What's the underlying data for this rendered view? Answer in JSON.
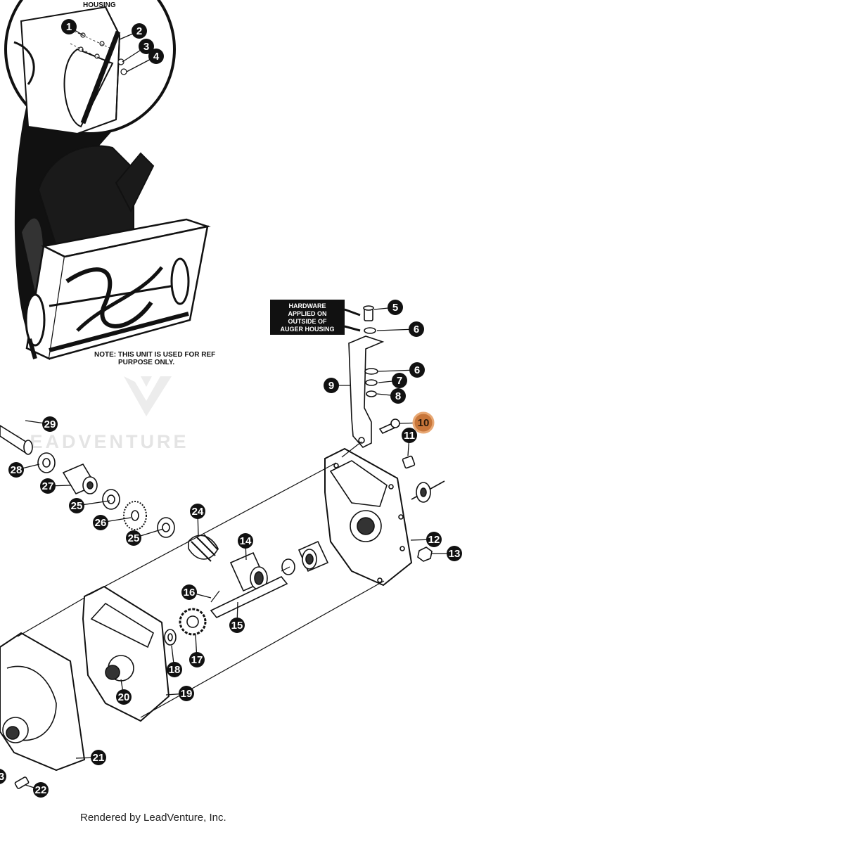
{
  "labels": {
    "inset_housing": "HOUSING",
    "hardware_note_lines": [
      "HARDWARE",
      "APPLIED ON",
      "OUTSIDE OF",
      "AUGER HOUSING"
    ],
    "reference_note_lines": [
      "NOTE: THIS UNIT IS USED FOR REF",
      "PURPOSE ONLY."
    ],
    "watermark": "LEADVENTURE",
    "footer": "Rendered by LeadVenture, Inc."
  },
  "callouts": [
    {
      "id": "1",
      "text": "1"
    },
    {
      "id": "2",
      "text": "2"
    },
    {
      "id": "3",
      "text": "3"
    },
    {
      "id": "4",
      "text": "4"
    },
    {
      "id": "5",
      "text": "5"
    },
    {
      "id": "6a",
      "text": "6"
    },
    {
      "id": "6b",
      "text": "6"
    },
    {
      "id": "7",
      "text": "7"
    },
    {
      "id": "8",
      "text": "8"
    },
    {
      "id": "9",
      "text": "9"
    },
    {
      "id": "10",
      "text": "10",
      "highlight": true
    },
    {
      "id": "11",
      "text": "11"
    },
    {
      "id": "12",
      "text": "12"
    },
    {
      "id": "13",
      "text": "13"
    },
    {
      "id": "14",
      "text": "14"
    },
    {
      "id": "15",
      "text": "15"
    },
    {
      "id": "16",
      "text": "16"
    },
    {
      "id": "17",
      "text": "17"
    },
    {
      "id": "18",
      "text": "18"
    },
    {
      "id": "19",
      "text": "19"
    },
    {
      "id": "20",
      "text": "20"
    },
    {
      "id": "21",
      "text": "21"
    },
    {
      "id": "22",
      "text": "22"
    },
    {
      "id": "23",
      "text": "3"
    },
    {
      "id": "24",
      "text": "24"
    },
    {
      "id": "25a",
      "text": "25"
    },
    {
      "id": "25b",
      "text": "25"
    },
    {
      "id": "26",
      "text": "26"
    },
    {
      "id": "27",
      "text": "27"
    },
    {
      "id": "28",
      "text": "28"
    },
    {
      "id": "29",
      "text": "29"
    }
  ],
  "colors": {
    "callout_fill": "#111111",
    "callout_text": "#ffffff",
    "highlight_fill": "#c8763a",
    "highlight_stroke": "#e8a874",
    "line": "#111111",
    "watermark": "#e4e4e4"
  }
}
